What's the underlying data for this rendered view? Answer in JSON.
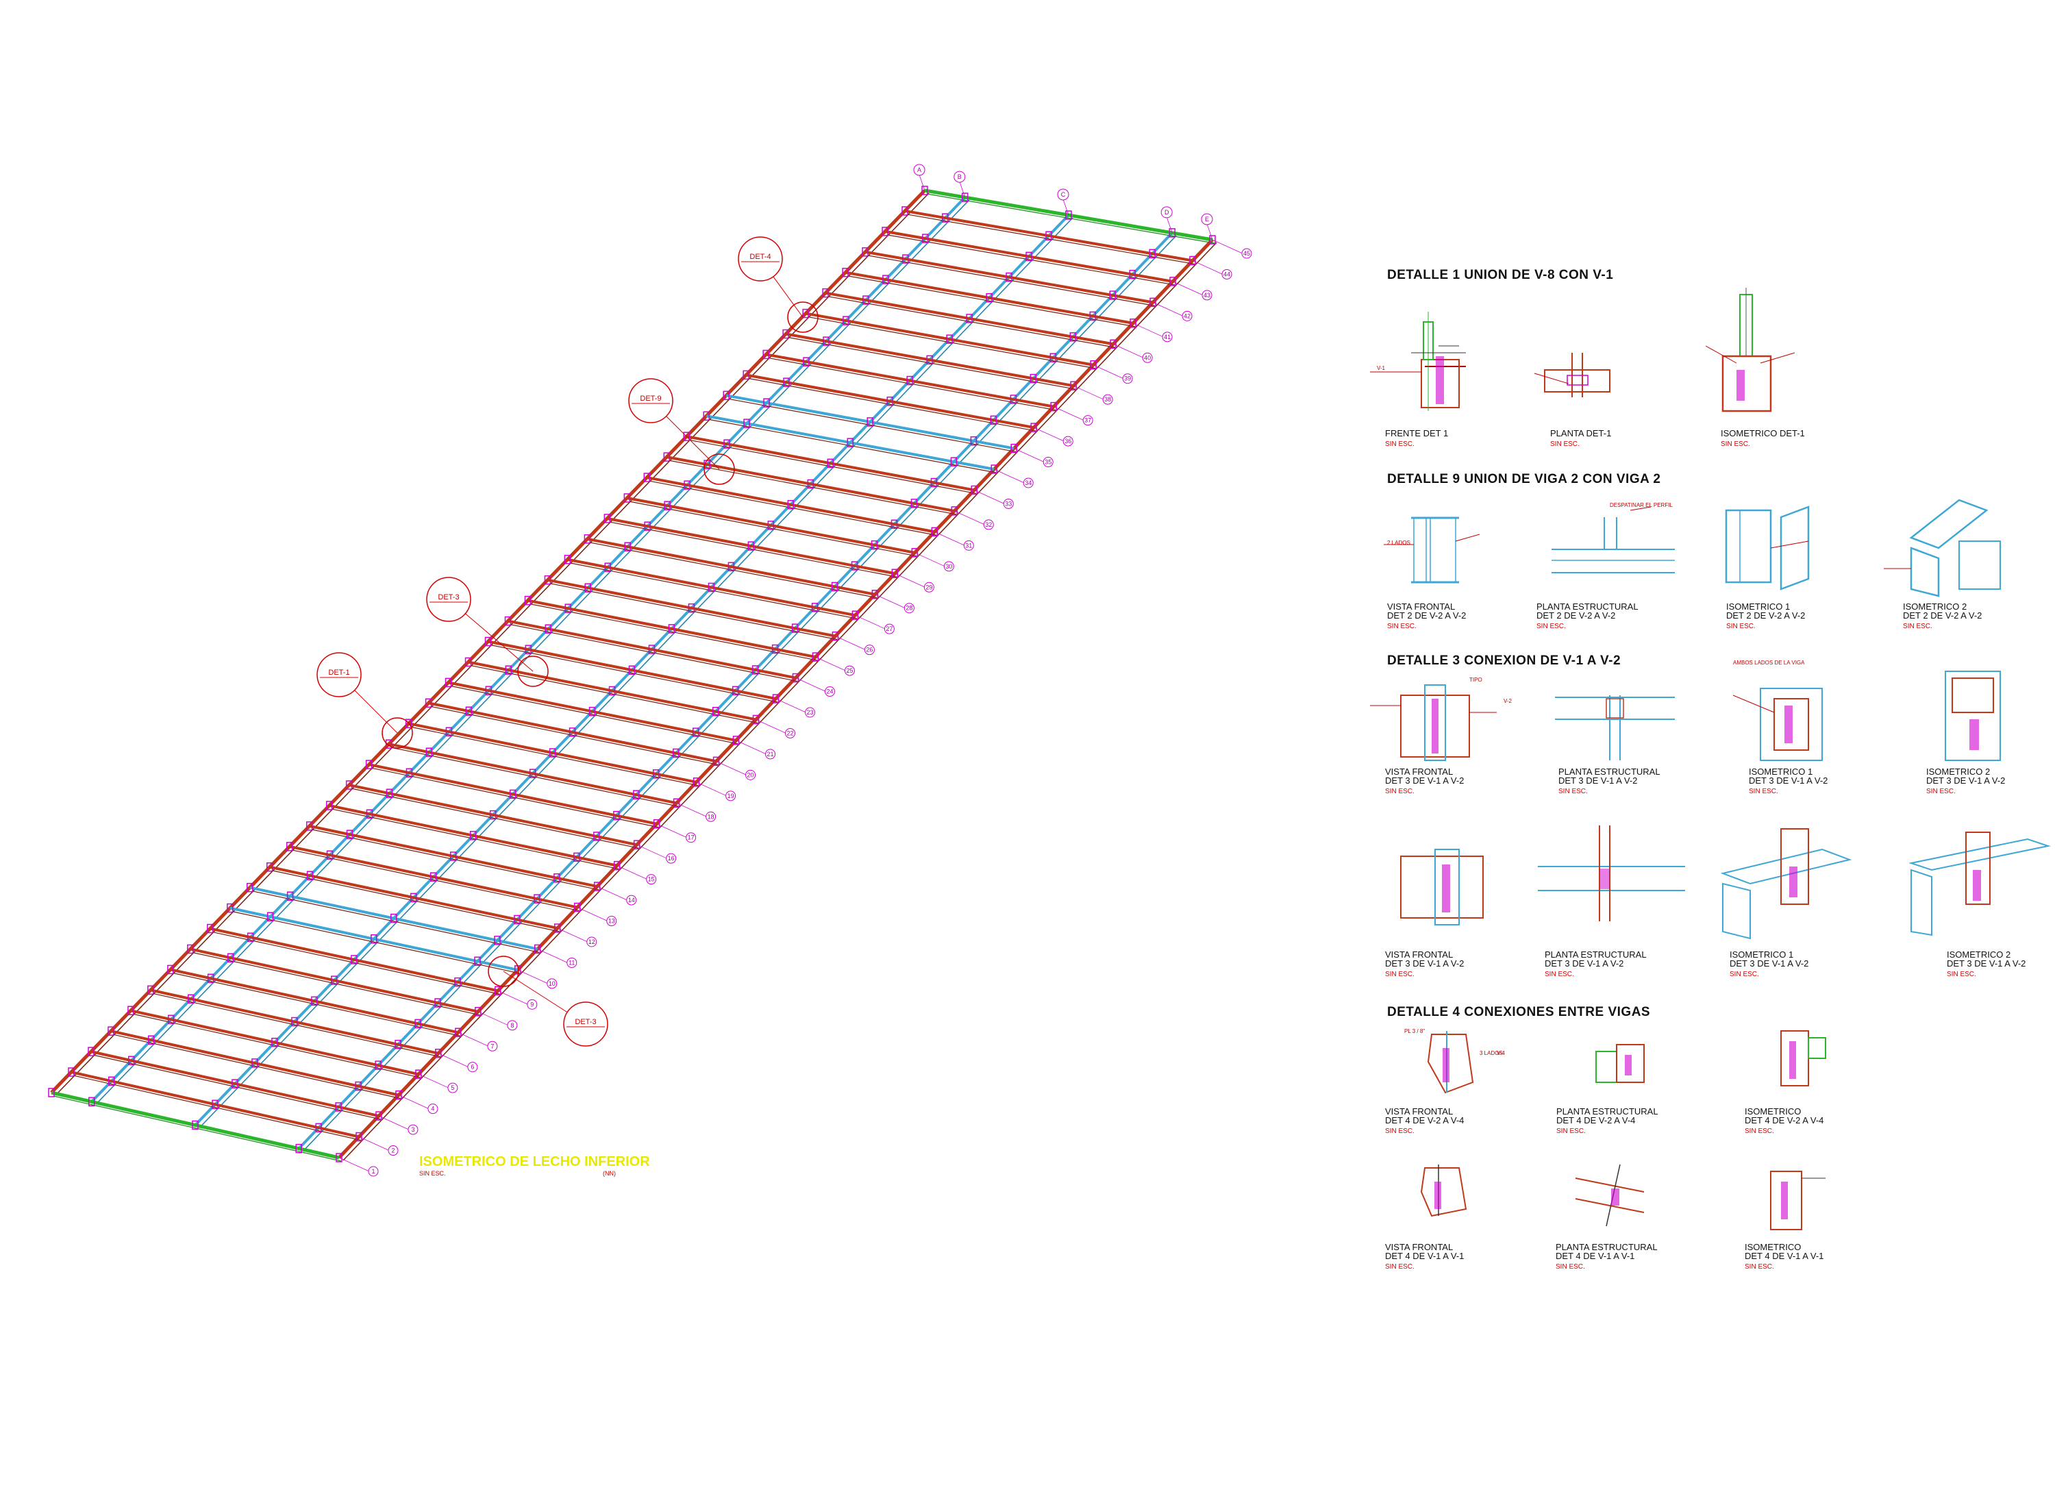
{
  "colors": {
    "beam": "#c0391b",
    "beam_dark": "#7a1d0c",
    "blue": "#3fa7d6",
    "green": "#2bb52b",
    "magenta": "#d000d0",
    "red": "#d40000",
    "yellow": "#e8e800"
  },
  "isometric": {
    "title": "ISOMETRICO DE LECHO INFERIOR",
    "subtitle": "SIN ESC.",
    "sheet_tag": "(NN)",
    "axis_letters": [
      "A",
      "B",
      "C",
      "D",
      "E"
    ],
    "grid_numbers": [
      "1",
      "2",
      "3",
      "4",
      "5",
      "6",
      "7",
      "8",
      "9",
      "10",
      "11",
      "12",
      "13",
      "14",
      "15",
      "16",
      "17",
      "18",
      "19",
      "20",
      "21",
      "22",
      "23",
      "24",
      "25",
      "26",
      "27",
      "28",
      "29",
      "30",
      "31",
      "32",
      "33",
      "34",
      "35",
      "36",
      "37",
      "38",
      "39",
      "40",
      "41",
      "42",
      "43",
      "44",
      "45"
    ],
    "callouts": [
      "DET-4",
      "DET-9",
      "DET-3",
      "DET-1",
      "DET-3"
    ]
  },
  "sections": [
    {
      "title": "DETALLE 1 UNION DE V-8 CON V-1",
      "views": [
        {
          "name": "FRENTE DET 1",
          "sub": "SIN ESC."
        },
        {
          "name": "PLANTA DET-1",
          "sub": "SIN ESC."
        },
        {
          "name": "ISOMETRICO DET-1",
          "sub": "SIN ESC."
        }
      ]
    },
    {
      "title": "DETALLE 9 UNION DE VIGA 2 CON VIGA 2",
      "views": [
        {
          "name": "VISTA FRONTAL",
          "line2": "DET 2 DE V-2 A V-2",
          "sub": "SIN ESC."
        },
        {
          "name": "PLANTA ESTRUCTURAL",
          "line2": "DET 2 DE V-2 A V-2",
          "sub": "SIN ESC."
        },
        {
          "name": "ISOMETRICO 1",
          "line2": "DET 2 DE V-2 A V-2",
          "sub": "SIN ESC."
        },
        {
          "name": "ISOMETRICO 2",
          "line2": "DET 2 DE V-2 A V-2",
          "sub": "SIN ESC."
        }
      ]
    },
    {
      "title": "DETALLE 3 CONEXION DE V-1 A V-2",
      "views": [
        {
          "name": "VISTA FRONTAL",
          "line2": "DET 3 DE V-1 A V-2",
          "sub": "SIN ESC."
        },
        {
          "name": "PLANTA ESTRUCTURAL",
          "line2": "DET 3 DE V-1 A V-2",
          "sub": "SIN ESC."
        },
        {
          "name": "ISOMETRICO 1",
          "line2": "DET 3 DE V-1 A V-2",
          "sub": "SIN ESC."
        },
        {
          "name": "ISOMETRICO 2",
          "line2": "DET 3 DE V-1 A V-2",
          "sub": "SIN ESC."
        },
        {
          "name": "VISTA FRONTAL",
          "line2": "DET 3 DE V-1 A V-2",
          "sub": "SIN ESC."
        },
        {
          "name": "PLANTA ESTRUCTURAL",
          "line2": "DET 3 DE V-1 A V-2",
          "sub": "SIN ESC."
        },
        {
          "name": "ISOMETRICO 1",
          "line2": "DET 3 DE V-1 A V-2",
          "sub": "SIN ESC."
        },
        {
          "name": "ISOMETRICO 2",
          "line2": "DET 3 DE V-1 A V-2",
          "sub": "SIN ESC."
        }
      ]
    },
    {
      "title": "DETALLE 4 CONEXIONES ENTRE VIGAS",
      "views": [
        {
          "name": "VISTA FRONTAL",
          "line2": "DET 4 DE V-2 A V-4",
          "sub": "SIN ESC."
        },
        {
          "name": "PLANTA ESTRUCTURAL",
          "line2": "DET 4 DE V-2 A V-4",
          "sub": "SIN ESC."
        },
        {
          "name": "ISOMETRICO",
          "line2": "DET 4 DE V-2 A V-4",
          "sub": "SIN ESC."
        },
        {
          "name": "VISTA FRONTAL",
          "line2": "DET 4 DE V-1 A V-1",
          "sub": "SIN ESC."
        },
        {
          "name": "PLANTA ESTRUCTURAL",
          "line2": "DET 4 DE V-1 A V-1",
          "sub": "SIN ESC."
        },
        {
          "name": "ISOMETRICO",
          "line2": "DET 4 DE V-1 A V-1",
          "sub": "SIN ESC."
        }
      ]
    }
  ],
  "annotations": [
    "V-1",
    "V-2",
    "V-4",
    "PL 3 / 8\"",
    "TIPO",
    "3 LADOS",
    "2 LADOS",
    "AMBOS LADOS DE LA VIGA",
    "DESPATINAR EL PERFIL"
  ]
}
